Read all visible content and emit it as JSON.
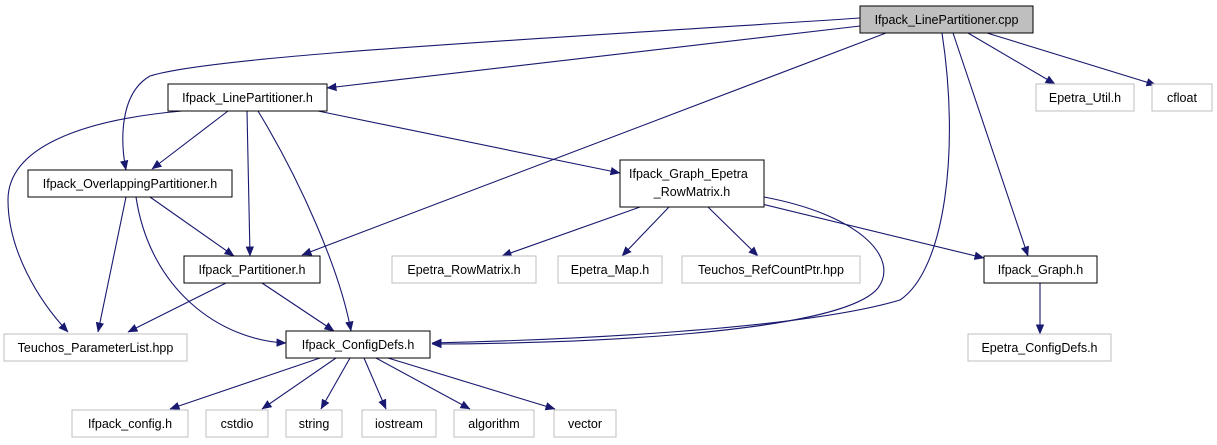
{
  "colors": {
    "edge": "#191970",
    "root_fill": "#bfbfbf",
    "root_border": "#000000",
    "node_border": "#000000",
    "external_border": "#bfbfbf",
    "external_text": "#404040",
    "text": "#000000"
  },
  "nodes": {
    "root": "Ifpack_LinePartitioner.cpp",
    "line_partitioner_h": "Ifpack_LinePartitioner.h",
    "epetra_util_h": "Epetra_Util.h",
    "cfloat": "cfloat",
    "overlapping_partitioner_h": "Ifpack_OverlappingPartitioner.h",
    "graph_epetra_rowmatrix_h_line1": "Ifpack_Graph_Epetra",
    "graph_epetra_rowmatrix_h_line2": "_RowMatrix.h",
    "partitioner_h": "Ifpack_Partitioner.h",
    "epetra_rowmatrix_h": "Epetra_RowMatrix.h",
    "epetra_map_h": "Epetra_Map.h",
    "teuchos_refcountptr_hpp": "Teuchos_RefCountPtr.hpp",
    "ifpack_graph_h": "Ifpack_Graph.h",
    "teuchos_parameterlist_hpp": "Teuchos_ParameterList.hpp",
    "ifpack_configdefs_h": "Ifpack_ConfigDefs.h",
    "epetra_configdefs_h": "Epetra_ConfigDefs.h",
    "ifpack_config_h": "Ifpack_config.h",
    "cstdio": "cstdio",
    "string": "string",
    "iostream": "iostream",
    "algorithm": "algorithm",
    "vector": "vector"
  }
}
